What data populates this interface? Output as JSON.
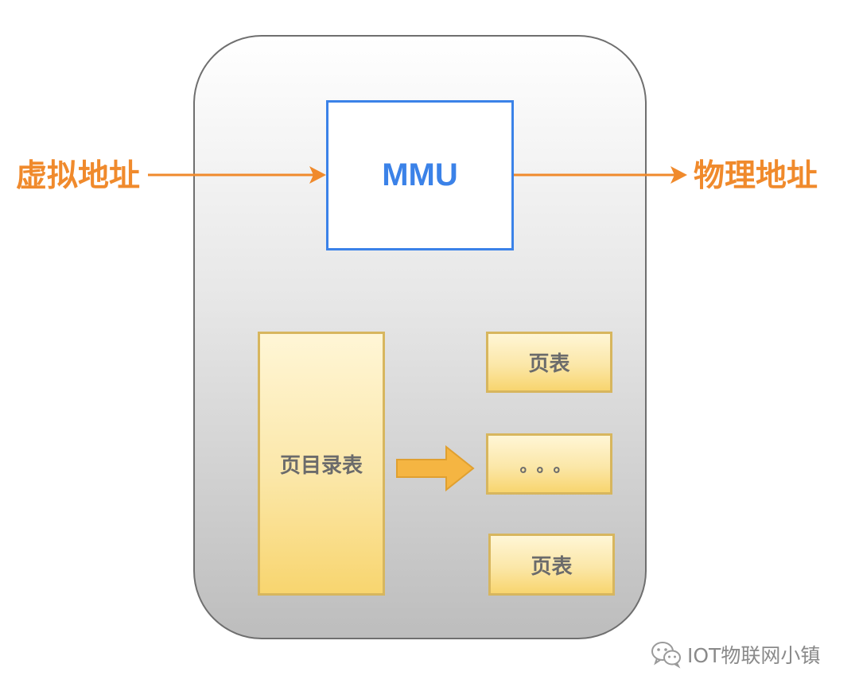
{
  "diagram": {
    "mmu_label": "MMU",
    "virtual_address_label": "虚拟地址",
    "physical_address_label": "物理地址",
    "page_directory_label": "页目录表",
    "page_table_top_label": "页表",
    "ellipsis_label": "。。。",
    "page_table_bottom_label": "页表",
    "colors": {
      "orange": "#f08a2c",
      "blue": "#3b82e8",
      "yellow_border": "#d7b65e",
      "yellow_arrow": "#f5b542",
      "container_border": "#6f6f6f"
    }
  },
  "watermark": {
    "text": "IOT物联网小镇",
    "icon": "wechat-icon"
  }
}
